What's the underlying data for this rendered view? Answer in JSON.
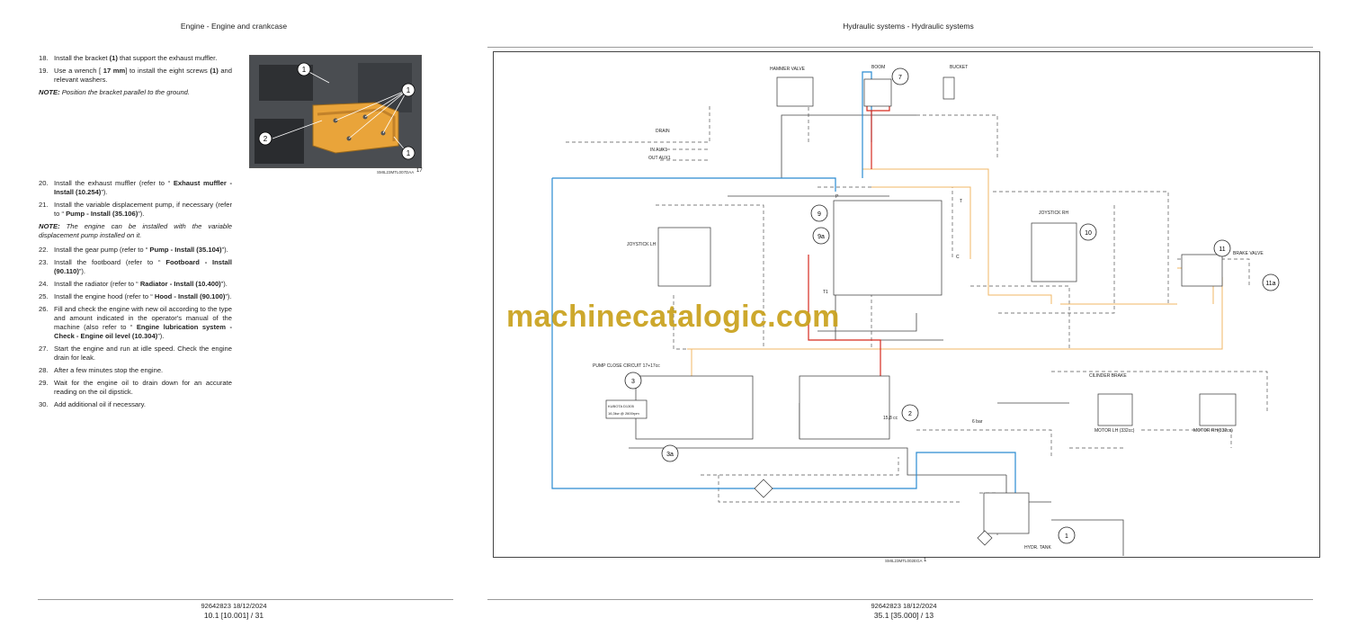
{
  "left_page": {
    "header": "Engine - Engine and crankcase",
    "steps_top": [
      {
        "num": "18.",
        "pre": "Install the bracket ",
        "b1": "(1)",
        "post": " that support the exhaust muffler.",
        "b2": "",
        "post2": ""
      },
      {
        "num": "19.",
        "pre": "Use a wrench [ ",
        "b1": "17 mm",
        "post": "] to install the eight screws ",
        "b2": "(1)",
        "post2": " and relevant washers."
      }
    ],
    "note1_label": "NOTE:",
    "note1_text": " Position the bracket parallel to the ground.",
    "photo": {
      "code": "SMIL23MTL007DAA",
      "figure_num": "17",
      "callouts": [
        "1",
        "1",
        "2",
        "1"
      ]
    },
    "steps_mid": [
      {
        "num": "20.",
        "pre": "Install the exhaust muffler (refer to “ ",
        "b1": "Exhaust muffler - Install (10.254)",
        "post": "”)."
      },
      {
        "num": "21.",
        "pre": "Install the variable displacement pump, if necessary (refer to “ ",
        "b1": "Pump - Install (35.106)",
        "post": "”)."
      }
    ],
    "note2_label": "NOTE:",
    "note2_text": " The engine can be installed with the variable displacement pump installed on it.",
    "steps_bottom": [
      {
        "num": "22.",
        "pre": "Install the gear pump (refer to “ ",
        "b1": "Pump - Install (35.104)",
        "post": "”)."
      },
      {
        "num": "23.",
        "pre": "Install the footboard (refer to “ ",
        "b1": "Footboard - Install (90.110)",
        "post": "”)."
      },
      {
        "num": "24.",
        "pre": "Install the radiator (refer to “ ",
        "b1": "Radiator - Install (10.400)",
        "post": "”)."
      },
      {
        "num": "25.",
        "pre": "Install the engine hood (refer to “ ",
        "b1": "Hood - Install (90.100)",
        "post": "”)."
      },
      {
        "num": "26.",
        "pre": "Fill and check the engine with new oil according to the type and amount indicated in the operator's manual of the machine (also refer to “ ",
        "b1": "Engine lubrication system - Check - Engine oil level (10.304)",
        "post": "”)."
      },
      {
        "num": "27.",
        "pre": "Start the engine and run at idle speed. Check the engine drain for leak.",
        "b1": "",
        "post": ""
      },
      {
        "num": "28.",
        "pre": "After a few minutes stop the engine.",
        "b1": "",
        "post": ""
      },
      {
        "num": "29.",
        "pre": "Wait for the engine oil to drain down for an accurate reading on the oil dipstick.",
        "b1": "",
        "post": ""
      },
      {
        "num": "30.",
        "pre": "Add additional oil if necessary.",
        "b1": "",
        "post": ""
      }
    ],
    "footer_doc": "92642823 18/12/2024",
    "footer_page": "10.1 [10.001] / 31"
  },
  "right_page": {
    "header": "Hydraulic systems - Hydraulic systems",
    "watermark": "machinecatalogic.com",
    "diagram": {
      "code": "SMIL23MTL002EGA",
      "figure_num": "1",
      "labels": {
        "hammer_valve": "HAMMER VALVE",
        "boom": "BOOM",
        "bucket": "BUCKET",
        "drain": "DRAIN",
        "in_aux": "IN AUX1",
        "out_aux": "OUT AUX1",
        "joystick_lh": "JOYSTICK LH",
        "joystick_rh": "JOYSTICK RH",
        "brake_valve": "BRAKE VALVE",
        "pump_close": "PUMP CLOSE CIRCUIT 17+17cc",
        "cylinder_brake": "CILINDER BRAKE",
        "motor_lh": "MOTOR LH (332cc)",
        "motor_rh": "MOTOR RH(332cc)",
        "hydr_tank": "HYDR. TANK",
        "engine_box_1": "KUBOTA D1305",
        "engine_box_2": "16,3kw @ 2600rpm",
        "pressure_15": "15,8 cc",
        "pressure_6": "6 bar",
        "port_p": "P",
        "port_t": "T",
        "port_t1": "T1",
        "port_c": "C"
      },
      "callouts": {
        "c1": "1",
        "c2": "2",
        "c3": "3",
        "c3a": "3a",
        "c7": "7",
        "c9": "9",
        "c9a": "9a",
        "c10": "10",
        "c11": "11",
        "c11a": "11a"
      },
      "line_colors": {
        "pressure": "#d62a1e",
        "return": "#2a8bd1",
        "pilot": "#f0b765",
        "mech": "#555555"
      }
    },
    "footer_doc": "92642823 18/12/2024",
    "footer_page": "35.1 [35.000] / 13"
  }
}
